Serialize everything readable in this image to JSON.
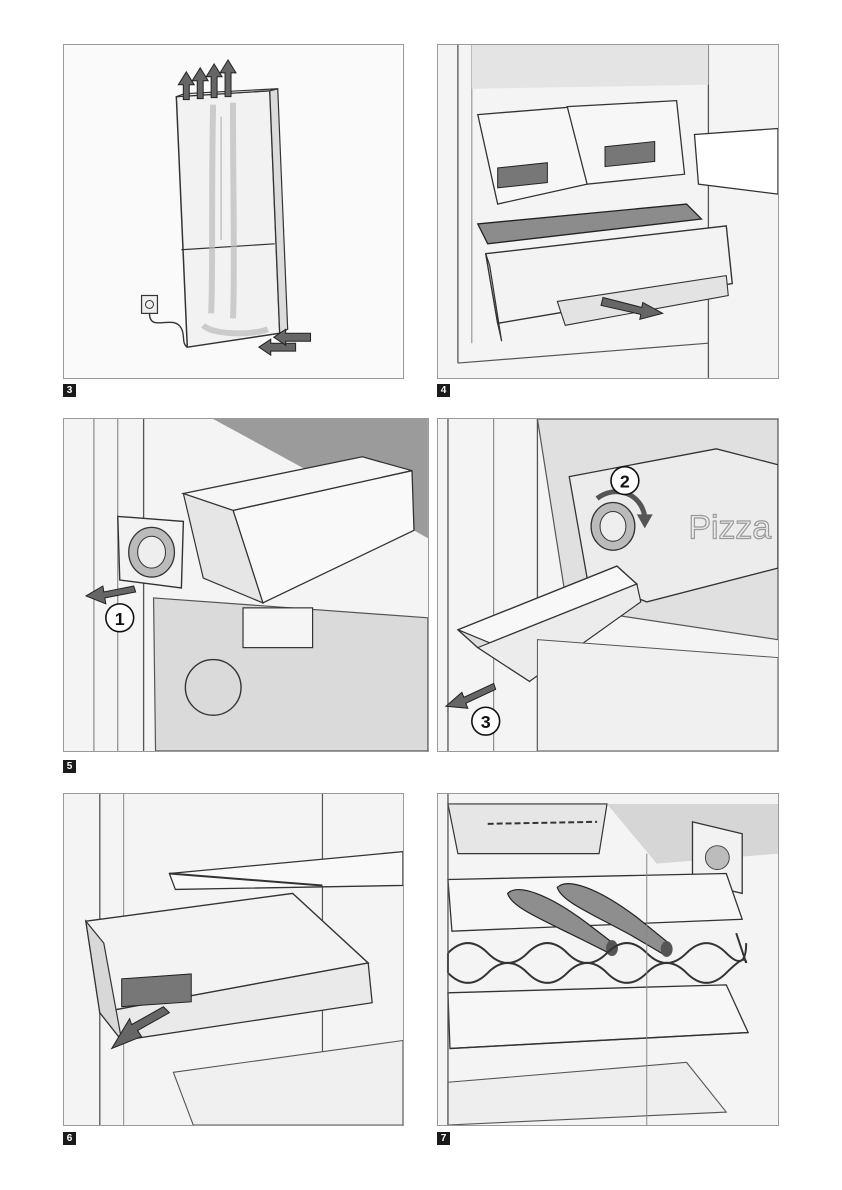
{
  "figures": [
    {
      "id": "fig3",
      "number": "3",
      "subject": "air-circulation"
    },
    {
      "id": "fig4",
      "number": "4",
      "subject": "drawer-removal"
    },
    {
      "id": "fig5",
      "number": "5",
      "subject": "ice-tray-removal",
      "steps": {
        "step1": "1",
        "step2": "2",
        "step3": "3"
      },
      "box_label": "Pizza"
    },
    {
      "id": "fig6",
      "number": "6",
      "subject": "freezer-container"
    },
    {
      "id": "fig7",
      "number": "7",
      "subject": "wine-rack"
    }
  ],
  "icons": [
    "arrow-icon",
    "power-socket-icon",
    "bottle-icon"
  ],
  "colors": {
    "line": "#333333",
    "shade": "#d9d9d9",
    "dark_shade": "#9b9b9b",
    "arrow": "#555555",
    "tag": "#1a1a1a"
  }
}
